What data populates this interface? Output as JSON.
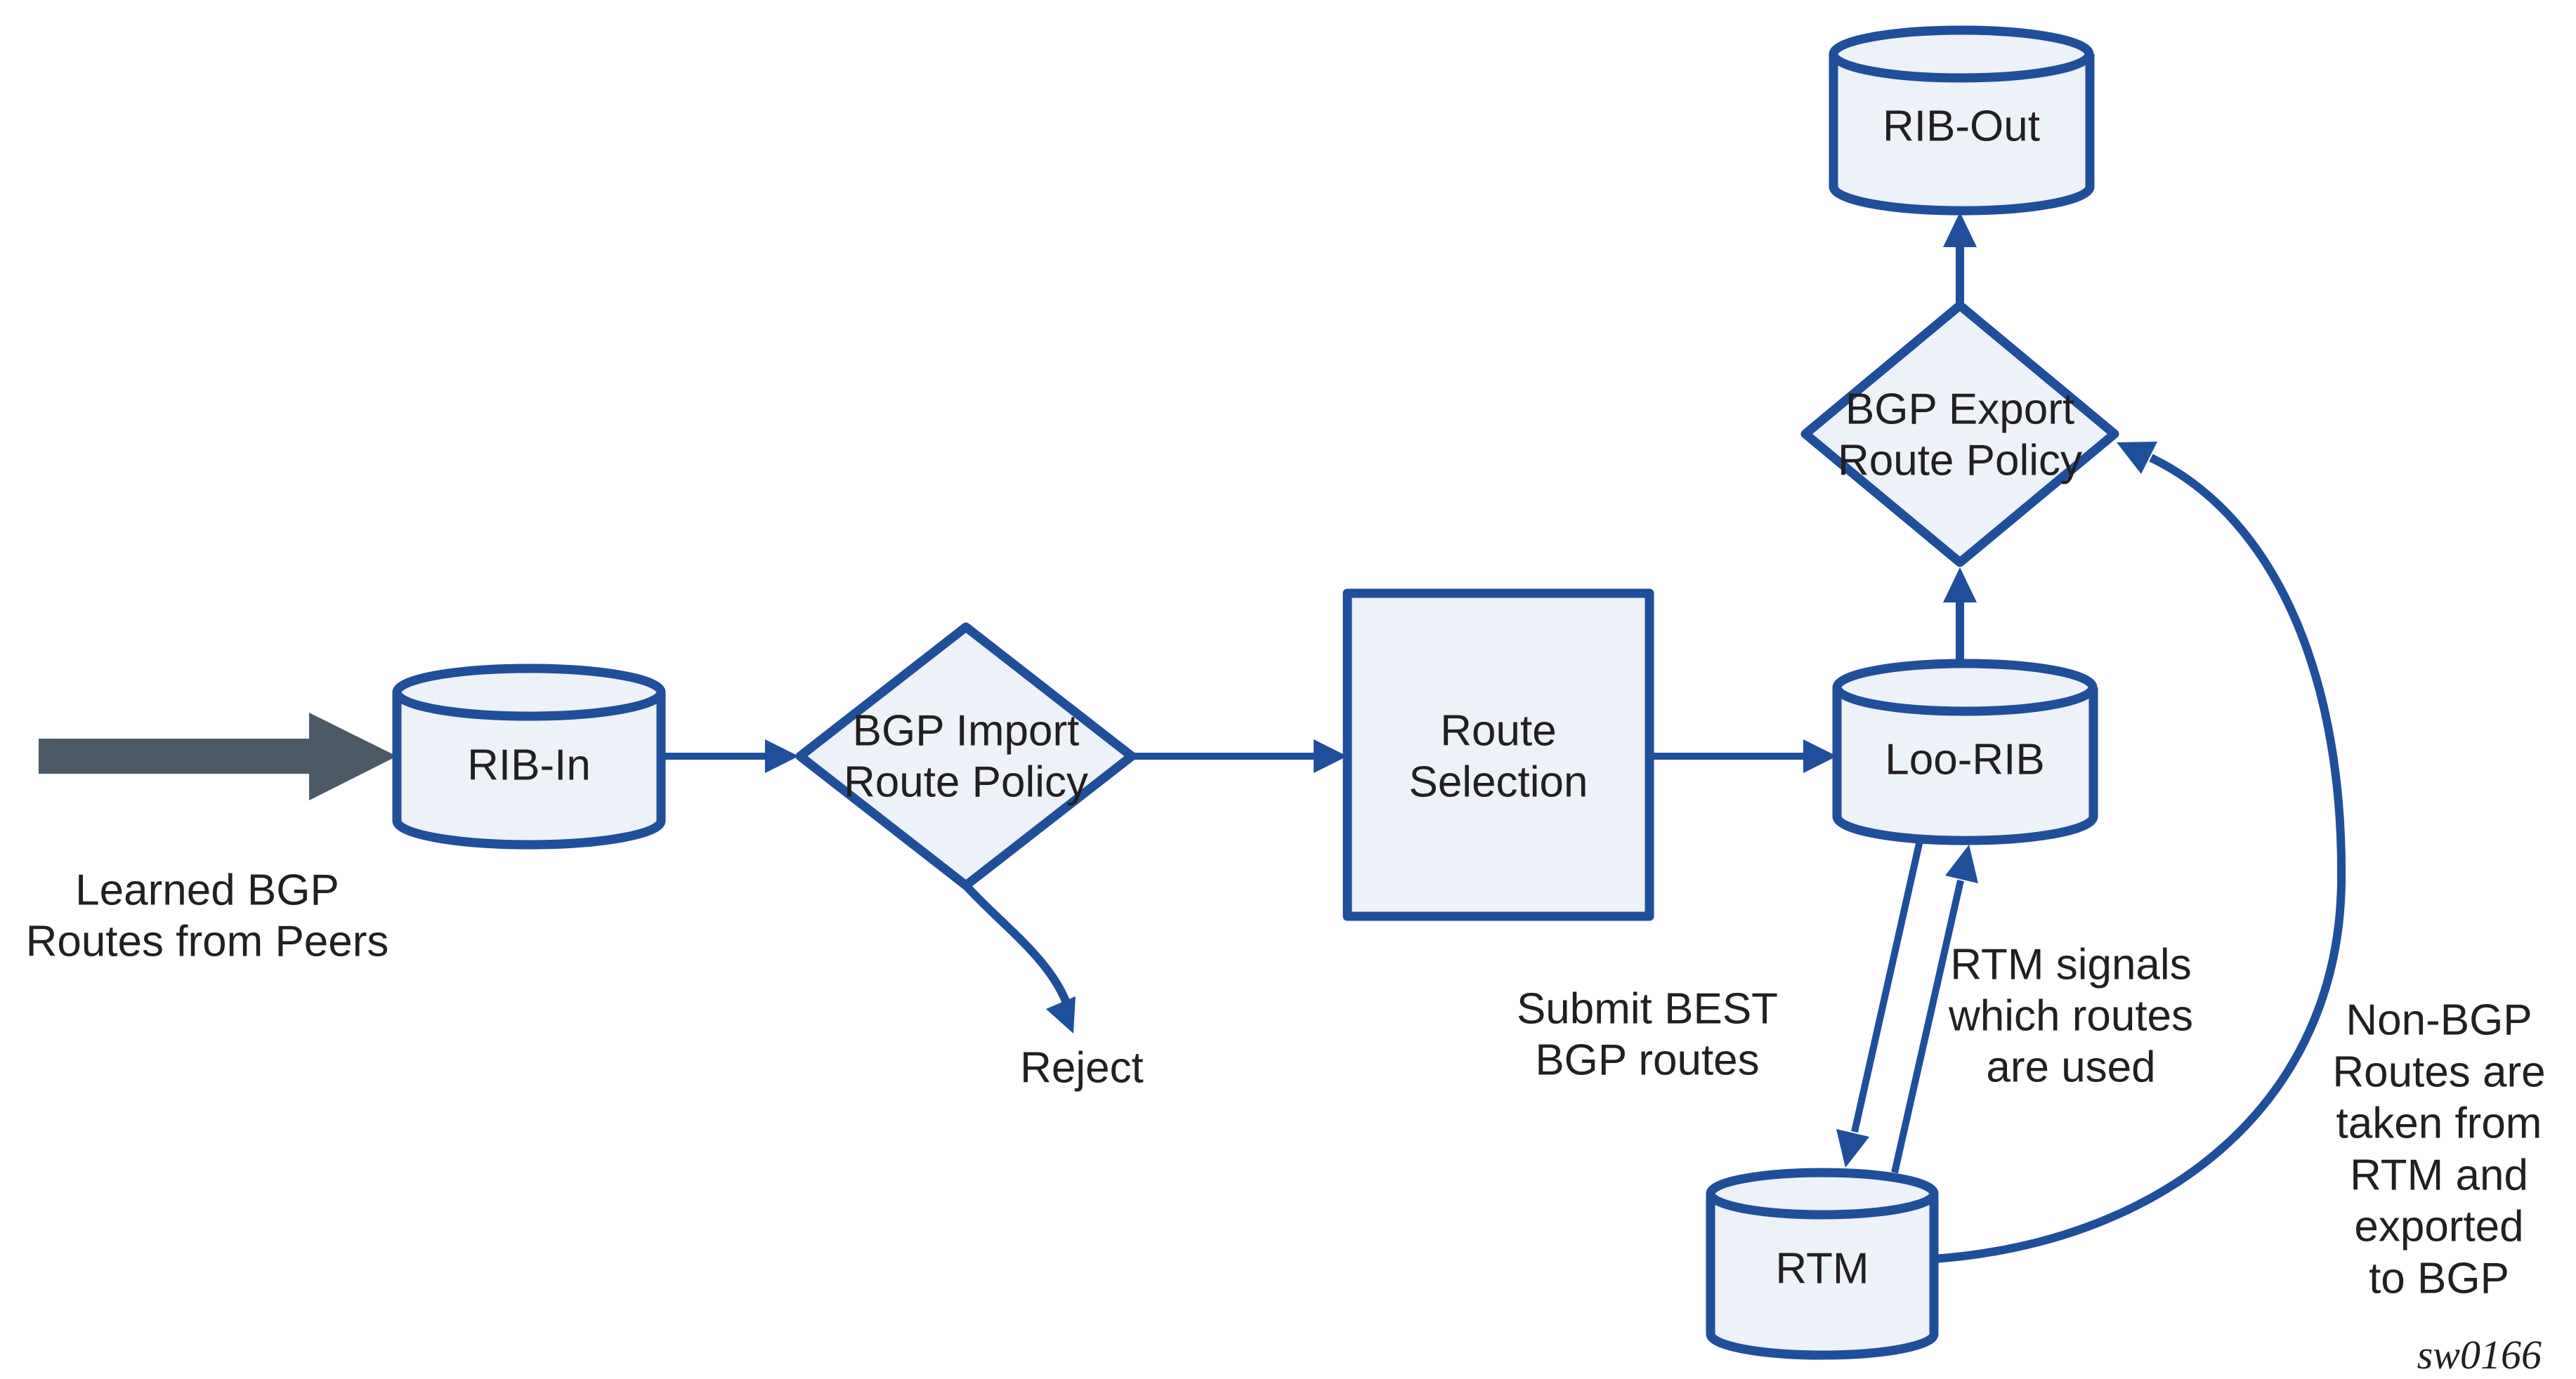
{
  "figure": {
    "id": "sw0166"
  },
  "colors": {
    "line_blue": "#1f4e9b",
    "shape_fill": "#edf1f8",
    "arrow_gray": "#4c5a68",
    "text": "#231f20",
    "background": "#ffffff"
  },
  "nodes": {
    "rib_in": {
      "label": "RIB-In",
      "shape": "cylinder"
    },
    "bgp_import": {
      "line1": "BGP Import",
      "line2": "Route Policy",
      "shape": "diamond"
    },
    "route_selection": {
      "line1": "Route",
      "line2": "Selection",
      "shape": "rectangle"
    },
    "loo_rib": {
      "label": "Loo-RIB",
      "shape": "cylinder"
    },
    "bgp_export": {
      "line1": "BGP Export",
      "line2": "Route Policy",
      "shape": "diamond"
    },
    "rib_out": {
      "label": "RIB-Out",
      "shape": "cylinder"
    },
    "rtm": {
      "label": "RTM",
      "shape": "cylinder"
    }
  },
  "labels": {
    "learned": {
      "line1": "Learned BGP",
      "line2": "Routes from Peers"
    },
    "reject": "Reject",
    "submit": {
      "line1": "Submit BEST",
      "line2": "BGP routes"
    },
    "rtm_signals": {
      "line1": "RTM signals",
      "line2": "which routes",
      "line3": "are used"
    },
    "non_bgp": {
      "line1": "Non-BGP",
      "line2": "Routes are",
      "line3": "taken from",
      "line4": "RTM and",
      "line5": "exported",
      "line6": "to BGP"
    }
  }
}
